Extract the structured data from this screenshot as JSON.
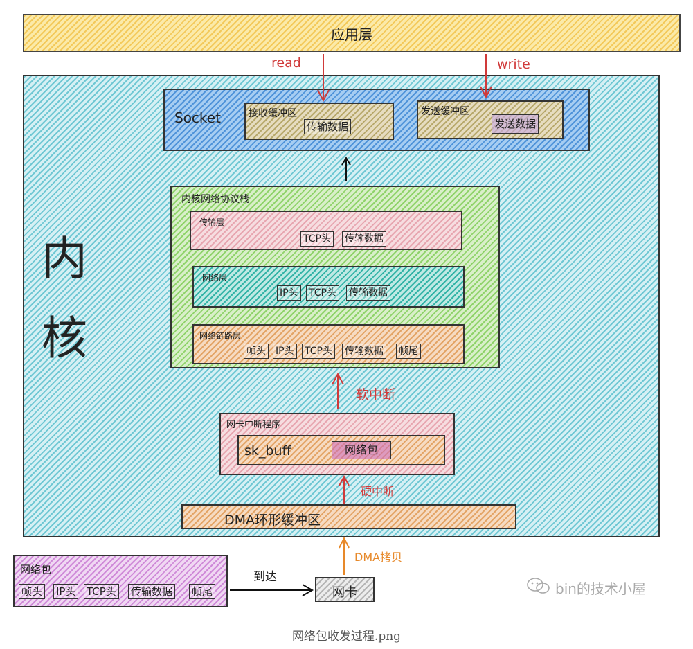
{
  "app_layer": "应用层",
  "kernel_label_1": "内",
  "kernel_label_2": "核",
  "arrows": {
    "read": "read",
    "write": "write",
    "softirq": "软中断",
    "hardirq": "硬中断",
    "dma_copy": "DMA拷贝",
    "arrive": "到达"
  },
  "socket": {
    "title": "Socket",
    "recv_buffer": "接收缓冲区",
    "recv_data": "传输数据",
    "send_buffer": "发送缓冲区",
    "send_data": "发送数据"
  },
  "stack": {
    "title": "内核网络协议栈",
    "transport": {
      "title": "传输层",
      "chips": [
        "TCP头",
        "传输数据"
      ]
    },
    "network": {
      "title": "网络层",
      "chips": [
        "IP头",
        "TCP头",
        "传输数据"
      ]
    },
    "link": {
      "title": "网络链路层",
      "chips": [
        "帧头",
        "IP头",
        "TCP头",
        "传输数据",
        "帧尾"
      ]
    }
  },
  "nic_irq": {
    "title": "网卡中断程序",
    "sk_buff": "sk_buff",
    "packet": "网络包"
  },
  "dma_ring": "DMA环形缓冲区",
  "packet_box": {
    "title": "网络包",
    "chips": [
      "帧头",
      "IP头",
      "TCP头",
      "传输数据",
      "帧尾"
    ]
  },
  "nic": "网卡",
  "watermark": "bin的技术小屋",
  "caption": "网络包收发过程.png",
  "colors": {
    "accent_red": "#d03a3a",
    "accent_orange": "#e7892a"
  }
}
